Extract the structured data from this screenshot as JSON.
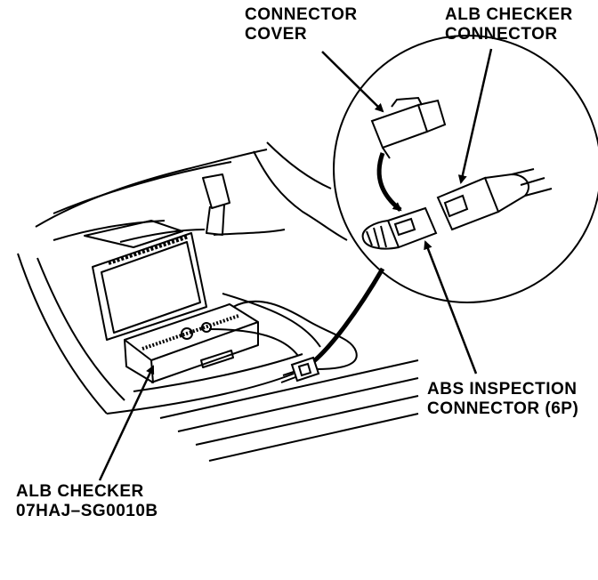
{
  "labels": {
    "connector_cover": [
      "CONNECTOR",
      "COVER"
    ],
    "alb_checker_connector": [
      "ALB CHECKER",
      "CONNECTOR"
    ],
    "abs_inspection_connector": [
      "ABS INSPECTION",
      "CONNECTOR (6P)"
    ],
    "alb_checker": [
      "ALB CHECKER",
      "07HAJ–SG0010B"
    ]
  }
}
